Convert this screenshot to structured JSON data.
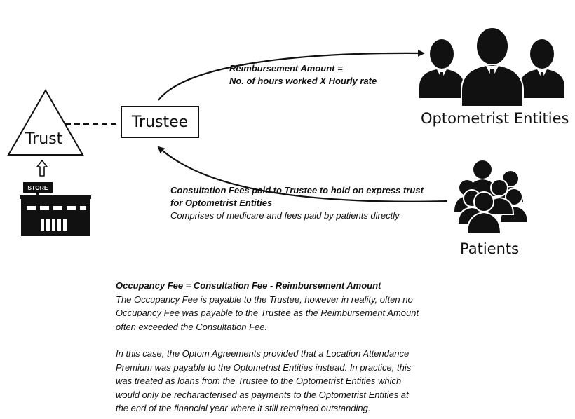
{
  "nodes": {
    "trust": "Trust",
    "trustee": "Trustee",
    "store_sign": "STORE",
    "optometrist": "Optometrist Entities",
    "patients": "Patients"
  },
  "edges": {
    "reimbursement_line1": "Reimbursement Amount =",
    "reimbursement_line2": "No. of hours worked X Hourly rate",
    "consultation_line1": "Consultation Fees paid to Trustee to hold on express trust",
    "consultation_line2": "for Optometrist Entities",
    "consultation_line3": "Comprises of medicare and fees paid by patients directly"
  },
  "icons": {
    "trust": "triangle",
    "store": "store-building-icon",
    "optometrist": "people-group-icon",
    "patients": "crowd-icon"
  },
  "notes": {
    "formula": "Occupancy Fee =  Consultation Fee - Reimbursement Amount",
    "para1": [
      "The Occupancy Fee is payable to the Trustee, however in reality, often no",
      "Occupancy Fee was payable to the Trustee as the Reimbursement Amount",
      "often exceeded the Consultation Fee."
    ],
    "para2": [
      "In this case, the Optom Agreements provided that a Location Attendance",
      "Premium was payable to the Optometrist Entities instead. In practice, this",
      "was treated as loans from the Trustee to the Optometrist Entities which",
      "would only be recharacterised as payments to the Optometrist Entities at",
      "the end of the financial year where it still remained outstanding."
    ]
  }
}
